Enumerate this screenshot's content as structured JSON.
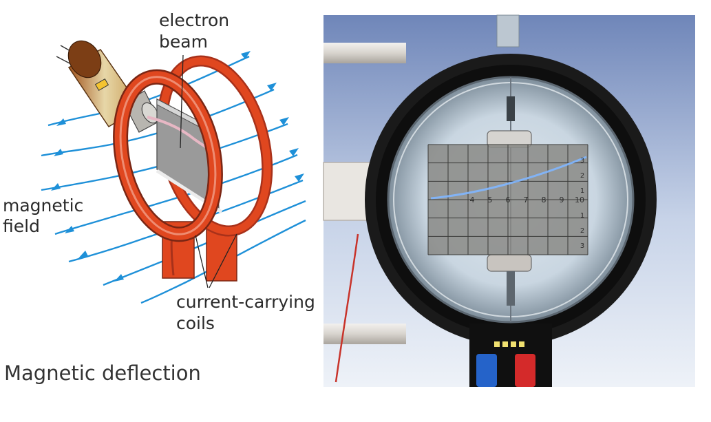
{
  "diagram": {
    "labels": {
      "electron": "electron",
      "beam": "beam",
      "magnetic": "magnetic",
      "field": "field",
      "current_carrying": "current-carrying",
      "coils": "coils"
    },
    "caption": "Magnetic deflection",
    "colors": {
      "field_lines": "#1e90d8",
      "coil": "#e0471f",
      "coil_dark": "#a8311a",
      "screen": "#9a9a9a"
    }
  },
  "photo": {
    "grid_labels_h": [
      "4",
      "5",
      "6",
      "7",
      "8",
      "9",
      "10"
    ],
    "grid_labels_v": [
      "3",
      "2",
      "1",
      "1",
      "2",
      "3"
    ],
    "connector_colors": [
      "#2563c9",
      "#d42a2a"
    ],
    "beam_color": "#7fb6ff"
  }
}
